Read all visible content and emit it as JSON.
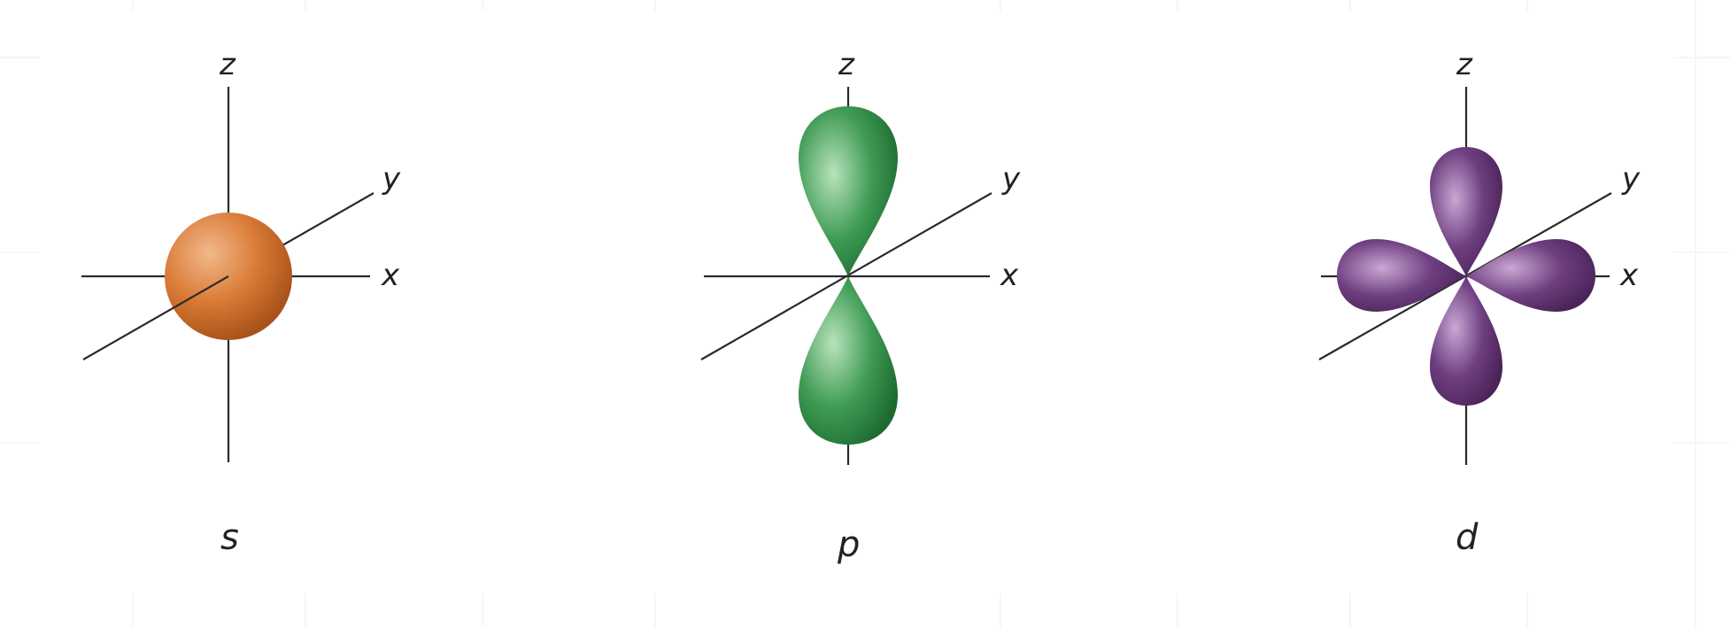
{
  "orbitals": [
    {
      "name": "s",
      "axes": {
        "z": "z",
        "y": "y",
        "x": "x"
      },
      "colors": {
        "light": "#f2b98a",
        "mid": "#d97a36",
        "dark": "#a9531a"
      }
    },
    {
      "name": "p",
      "axes": {
        "z": "z",
        "y": "y",
        "x": "x"
      },
      "colors": {
        "light": "#b8e3bd",
        "mid": "#3f9b54",
        "dark": "#1d6b31"
      }
    },
    {
      "name": "d",
      "axes": {
        "z": "z",
        "y": "y",
        "x": "x"
      },
      "colors": {
        "light": "#c9a8d4",
        "mid": "#6e3e80",
        "dark": "#4a2357"
      }
    }
  ]
}
